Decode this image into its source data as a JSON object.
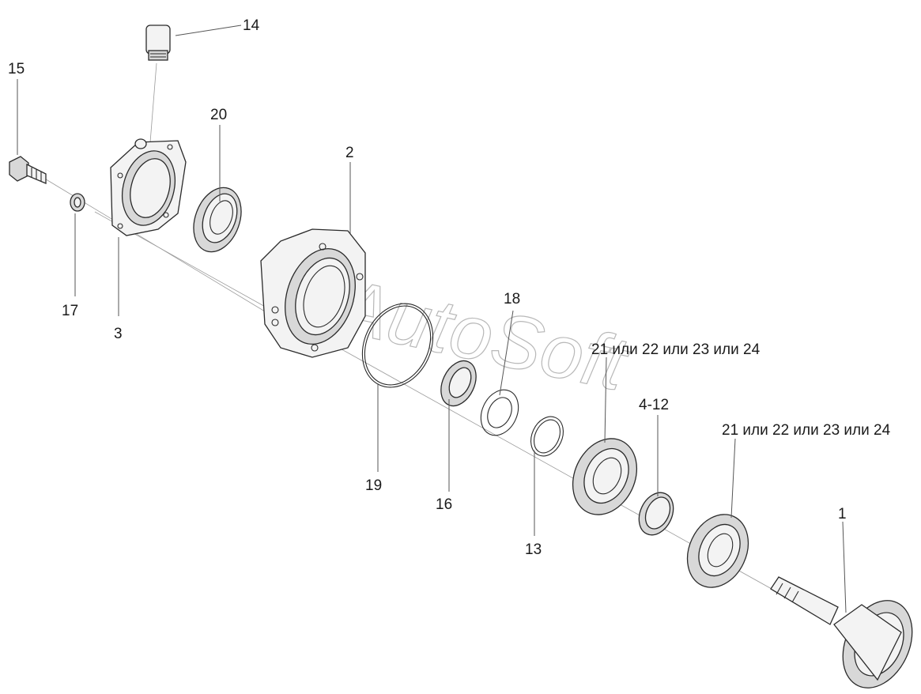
{
  "watermark": "AutoSoft",
  "callouts": {
    "c1": "1",
    "c2": "2",
    "c3": "3",
    "c4_12": "4-12",
    "c13": "13",
    "c14": "14",
    "c15": "15",
    "c16": "16",
    "c17": "17",
    "c18": "18",
    "c19": "19",
    "c20": "20",
    "c21a": "21 или 22 или 23 или 24",
    "c21b": "21 или 22 или 23 или 24"
  }
}
